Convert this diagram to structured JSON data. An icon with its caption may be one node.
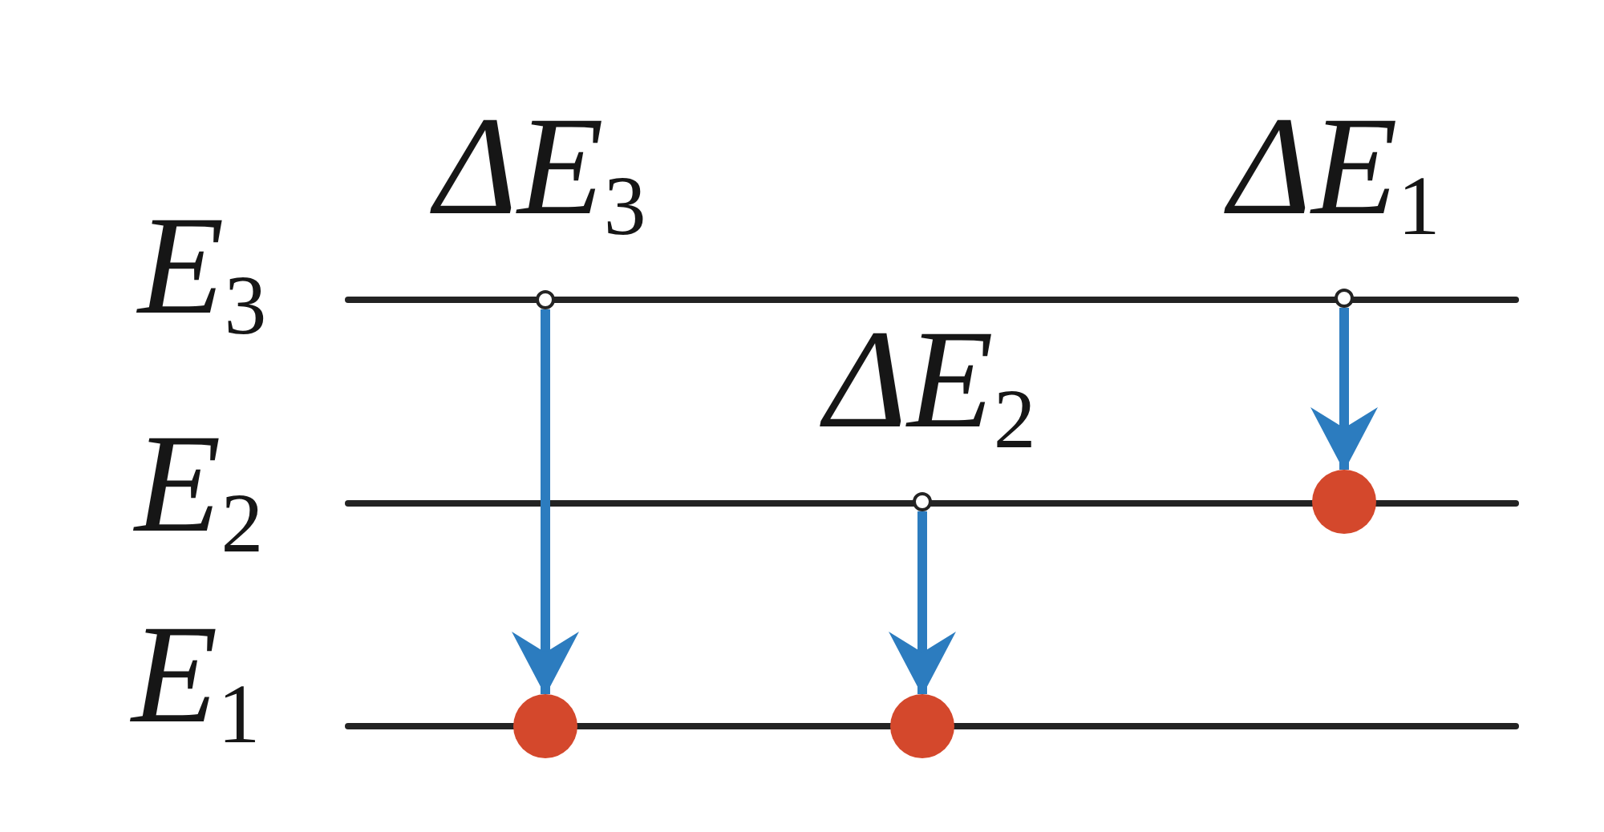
{
  "diagram": {
    "nodes": [
      {
        "text": [
          "E$_{3}$"
        ]
      },
      {
        "text": [
          "E$_{2}$"
        ]
      },
      {
        "text": [
          "E$_{1}$"
        ]
      },
      {
        "text": [],
        "shape": "circle"
      },
      {
        "text": [],
        "shape": "circle"
      },
      {
        "text": [],
        "shape": "circle"
      },
      {
        "text": [],
        "shape": "circle"
      },
      {
        "text": [],
        "shape": "circle"
      },
      {
        "text": [],
        "shape": "circle"
      }
    ],
    "edges": [
      {
        "from": 3,
        "to": 4,
        "arrow": "to",
        "label": "ΔE$_{3}$"
      },
      {
        "from": 5,
        "to": 6,
        "arrow": "to",
        "label": "ΔE$_{2}$"
      },
      {
        "from": 7,
        "to": 8,
        "arrow": "to",
        "label": "ΔE$_{1}$"
      }
    ]
  }
}
